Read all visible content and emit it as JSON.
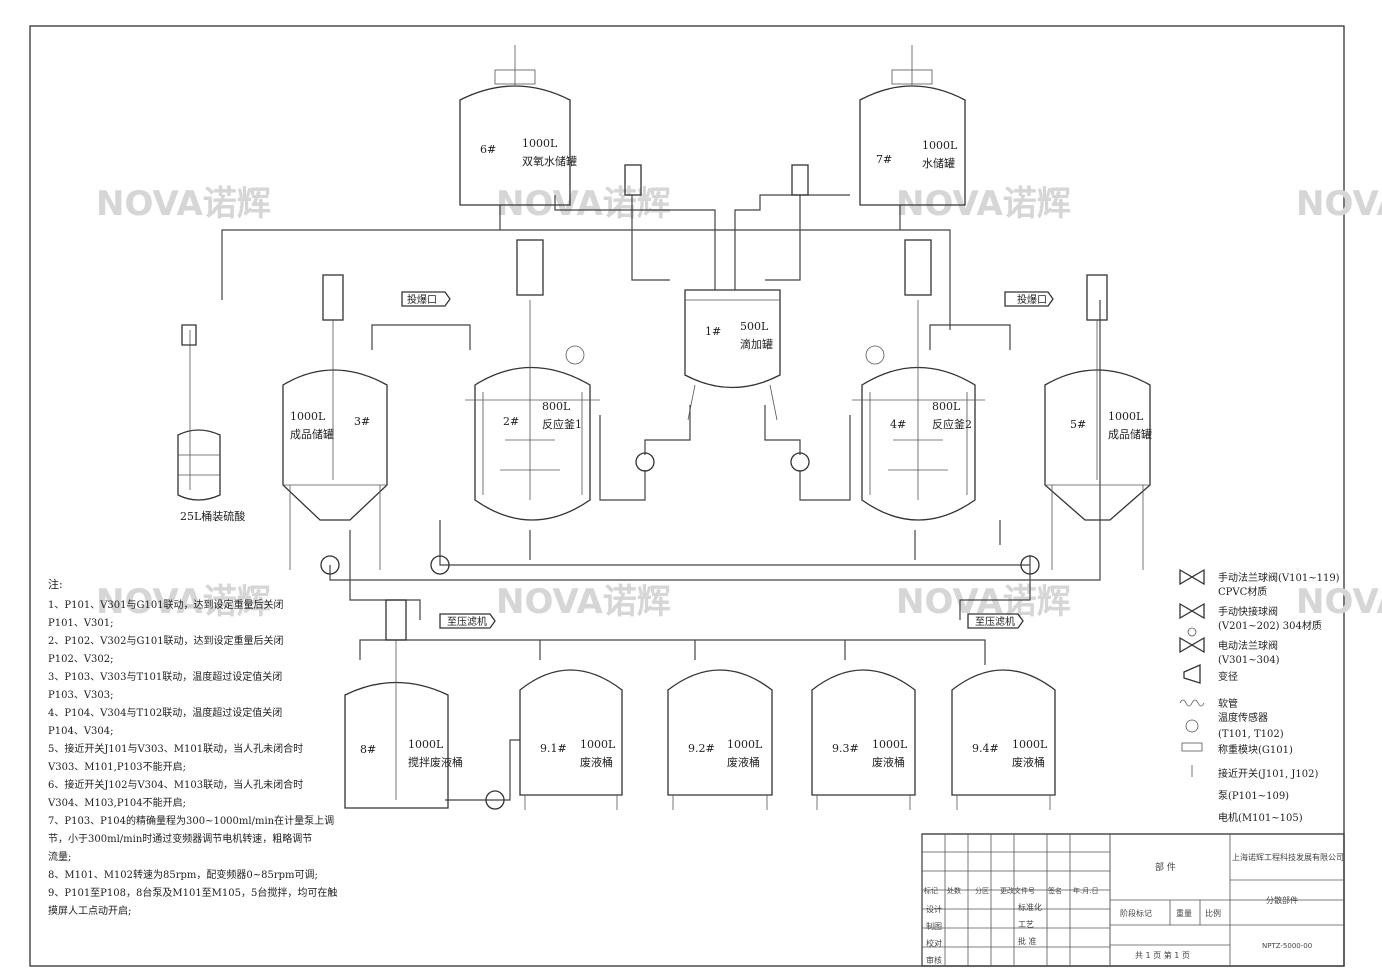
{
  "watermark": "NOVA诺辉",
  "tanks": {
    "t6": {
      "num": "6#",
      "cap": "1000L",
      "name": "双氧水储罐"
    },
    "t7": {
      "num": "7#",
      "cap": "1000L",
      "name": "水储罐"
    },
    "t1": {
      "num": "1#",
      "cap": "500L",
      "name": "滴加罐"
    },
    "t3": {
      "num": "3#",
      "cap": "1000L",
      "name": "成品储罐"
    },
    "t5": {
      "num": "5#",
      "cap": "1000L",
      "name": "成品储罐"
    },
    "r2": {
      "num": "2#",
      "cap": "800L",
      "name": "反应釜1"
    },
    "r4": {
      "num": "4#",
      "cap": "800L",
      "name": "反应釜2"
    },
    "t8": {
      "num": "8#",
      "cap": "1000L",
      "name": "搅拌废液桶"
    },
    "w1": {
      "num": "9.1#",
      "cap": "1000L",
      "name": "废液桶"
    },
    "w2": {
      "num": "9.2#",
      "cap": "1000L",
      "name": "废液桶"
    },
    "w3": {
      "num": "9.3#",
      "cap": "1000L",
      "name": "废液桶"
    },
    "w4": {
      "num": "9.4#",
      "cap": "1000L",
      "name": "废液桶"
    }
  },
  "drum_label": "25L桶装硫酸",
  "ports": {
    "left": "投爆口",
    "right": "投爆口"
  },
  "filter": {
    "left": "至压滤机",
    "right": "至压滤机"
  },
  "notes": {
    "title": "注:",
    "lines": [
      "1、P101、V301与G101联动，达到设定重量后关闭",
      "P101、V301;",
      "2、P102、V302与G101联动，达到设定重量后关闭",
      "P102、V302;",
      "3、P103、V303与T101联动，温度超过设定值关闭",
      "P103、V303;",
      "4、P104、V304与T102联动，温度超过设定值关闭",
      "P104、V304;",
      "5、接近开关J101与V303、M101联动，当人孔未闭合时",
      "V303、M101,P103不能开启;",
      "6、接近开关J102与V304、M103联动，当人孔未闭合时",
      "V304、M103,P104不能开启;",
      "7、P103、P104的精确量程为300~1000ml/min在计量泵上调",
      "节，小于300ml/min时通过变频器调节电机转速，粗略调节",
      "流量;",
      "8、M101、M102转速为85rpm，配变频器0~85rpm可调;",
      "9、P101至P108，8台泵及M101至M105，5台搅拌，均可在触",
      "摸屏人工点动开启;"
    ]
  },
  "legend": [
    {
      "icon": "manual-flange-ball-valve-icon",
      "text": "手动法兰球阀(V101~119)"
    },
    {
      "icon": "",
      "text": "CPVC材质"
    },
    {
      "icon": "manual-quick-ball-valve-icon",
      "text": "手动快接球阀"
    },
    {
      "icon": "",
      "text": "(V201~202) 304材质"
    },
    {
      "icon": "electric-flange-ball-valve-icon",
      "text": "电动法兰球阀"
    },
    {
      "icon": "",
      "text": "(V301~304)"
    },
    {
      "icon": "reducer-icon",
      "text": "变径"
    },
    {
      "icon": "hose-icon",
      "text": "软管"
    },
    {
      "icon": "temperature-sensor-icon",
      "text": "温度传感器"
    },
    {
      "icon": "",
      "text": "(T101, T102)"
    },
    {
      "icon": "weighing-module-icon",
      "text": "称重模块(G101)"
    },
    {
      "icon": "proximity-switch-icon",
      "text": "接近开关(J101, J102)"
    },
    {
      "icon": "",
      "text": "泵(P101~109)"
    },
    {
      "icon": "",
      "text": "电机(M101~105)"
    }
  ],
  "title_block": {
    "company": "上海诺辉工程科技发展有限公司",
    "part": "部 件",
    "part_name": "分散部件",
    "drawing_no": "NPTZ-5000-00",
    "headers": [
      "标记",
      "处数",
      "分区",
      "更改文件号",
      "签名",
      "年.月.日"
    ],
    "rows": [
      "设计",
      "制图",
      "校对",
      "审核"
    ],
    "mid": [
      "标准化",
      "工艺",
      "批 准"
    ],
    "stage": [
      "阶段标记",
      "重量",
      "比例"
    ],
    "sheets": "共 1 页 第 1 页"
  }
}
